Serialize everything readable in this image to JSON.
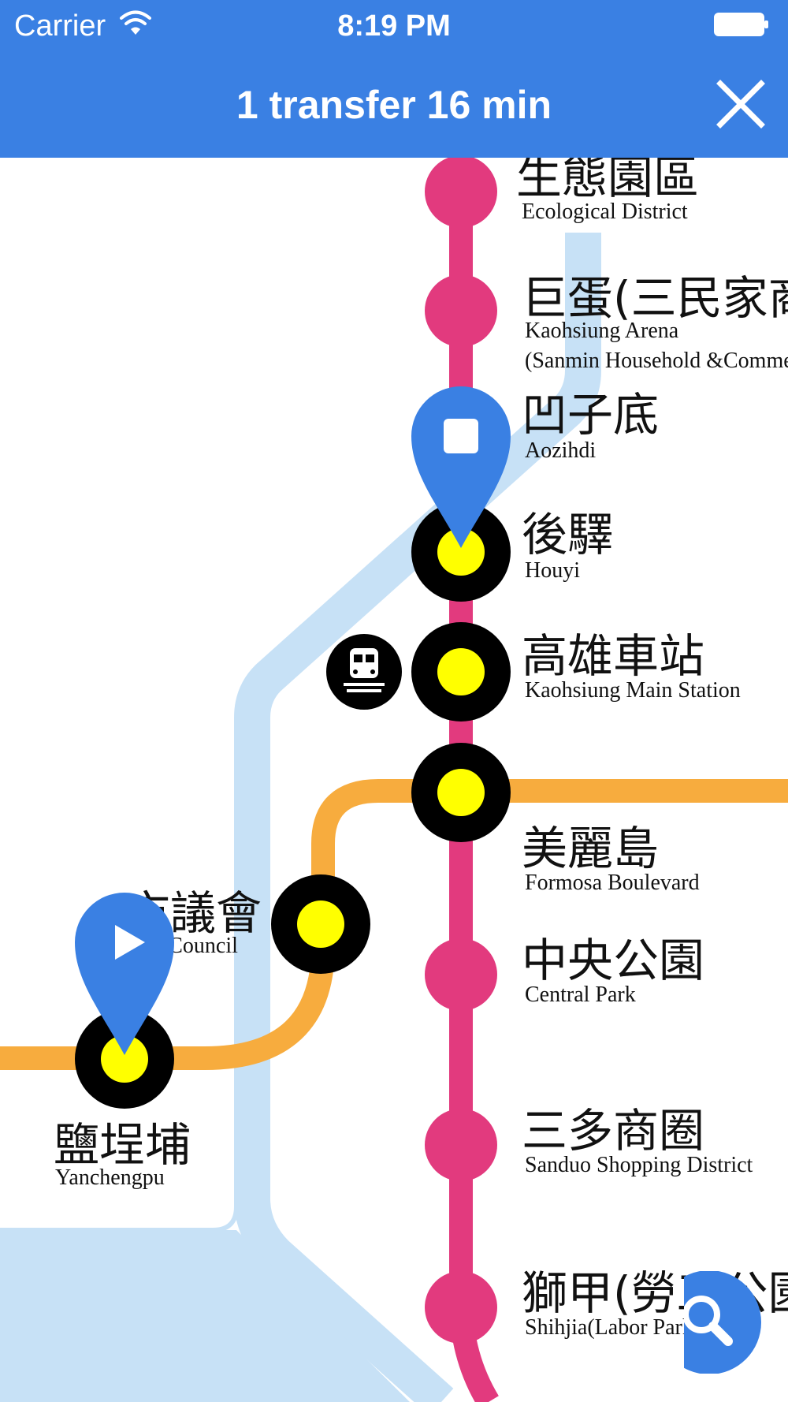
{
  "status_bar": {
    "carrier": "Carrier",
    "time": "8:19 PM"
  },
  "nav": {
    "title": "1 transfer 16 min"
  },
  "colors": {
    "header": "#3a80e3",
    "red_line": "#e23a7e",
    "orange_line": "#f7ac3e",
    "light_blue_line": "#c7e1f6",
    "route_station": "#ffff00",
    "route_ring": "#000000",
    "pin": "#3a80e3"
  },
  "icons": {
    "wifi": "wifi-icon",
    "battery": "battery-icon",
    "close": "close-icon",
    "train": "train-icon",
    "search": "search-icon",
    "start_pin": "play-icon",
    "end_pin": "stop-icon"
  },
  "stations": {
    "ecological": {
      "zh": "生態園區",
      "en": "Ecological District"
    },
    "arena": {
      "zh": "巨蛋(三民家商)",
      "en": "Kaohsiung Arena",
      "en2": "(Sanmin Household &Commercial)"
    },
    "aozihdi": {
      "zh": "凹子底",
      "en": "Aozihdi"
    },
    "houyi": {
      "zh": "後驛",
      "en": "Houyi"
    },
    "main_station": {
      "zh": "高雄車站",
      "en": "Kaohsiung Main Station"
    },
    "formosa": {
      "zh": "美麗島",
      "en": "Formosa Boulevard"
    },
    "council": {
      "zh": "市議會",
      "en": "City Council"
    },
    "central_park": {
      "zh": "中央公園",
      "en": "Central Park"
    },
    "yanchengpu": {
      "zh": "鹽埕埔",
      "en": "Yanchengpu"
    },
    "sanduo": {
      "zh": "三多商圈",
      "en": "Sanduo Shopping District"
    },
    "shihjia": {
      "zh": "獅甲(勞工公園)",
      "en": "Shihjia(Labor Park)"
    }
  }
}
